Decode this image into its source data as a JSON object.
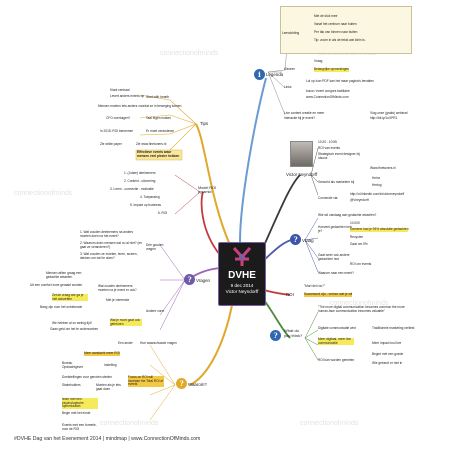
{
  "center": {
    "title": "DVHE",
    "date": "9 dec 2014",
    "author": "Victor Neyndorff"
  },
  "footer": "#DVHE Dag van het Evenement 2014 | mindmap | www.ConnectionOfMinds.com",
  "watermark": "connectionofminds",
  "colors": {
    "center_bg": "#1b1b1b",
    "accent": "#7b5ca8",
    "highlight": "#f7ea5a",
    "ink": "#333333"
  },
  "legenda": {
    "label": "Legenda",
    "leesrichting": "Leesrichting",
    "lees": [
      "Met de klok mee",
      "Vanaf het centrum naar buiten",
      "Per tak van binnen naar buiten",
      "Tip: zoom in als de tekst wat klein is."
    ],
    "kleuren_label": "Kleuren",
    "kleuren": [
      "Vraag",
      "Belangrijke opmerkingen"
    ],
    "links_label": "Links",
    "links": [
      "Lol op icon PDF kan het maar pagina's bevatten",
      "bouw / event congres facilitaire",
      "www.ConnectionOfMinds.com"
    ],
    "live": [
      "Live content creatie en meer",
      "Interactie bij je event?"
    ],
    "vraag_link": [
      "Vlog onze (gratis) webinar!",
      "http://bit.ly/1oXPR1"
    ]
  },
  "tips": {
    "label": "Tips",
    "items": [
      "Start with hearth",
      "Klant centraal",
      "Levert anders events op",
      "Mensen moeten iets anders voordat ze in beweging komen",
      "Taal eigen maken",
      "CFO overtuigen?",
      "Er moet veranderen",
      "In 2015: ROI benennen",
      "Zie www.finetuners.nl",
      "Zie white paper",
      "Effectieve events waar mensen veel plezier hebben"
    ]
  },
  "victor": {
    "label": "Victor Neyndorff",
    "items": [
      "10:20 - 10:55",
      "ROI van events",
      "Strategisch event designer bij Idsoos",
      "Www.finetuners.nl",
      "Geworld als marketeer bij",
      "Heinz",
      "Hertog",
      "Connectie via:",
      "http://nl.linkedin.com/in/victorneyndorff",
      "@Vneyndorff"
    ]
  },
  "model": {
    "label": "Model ROI pyramid",
    "items": [
      "1. (Juiste) deelnemers",
      "2. Content - uitvoering",
      "3. Leren - connectie - motivatie",
      "4. Toepassing",
      "5. Impact op business",
      "6. ROI"
    ]
  },
  "vraag": {
    "label": "Vraag",
    "items": [
      "Wie wil vandaag aan gedachte wisselen?",
      "Hoeveel gedachten heb je?",
      "10.000",
      "Gemene had je 95% absolutie gedachten",
      "Recyclen",
      "Gaat om 5%",
      "Gaat weer ook andere gedachten hoe",
      "ROI om events",
      "Waarom naar een event?"
    ]
  },
  "vragen": {
    "label": "Vragen",
    "items": [
      "1. Wat zouden deelnemers na anders moeten doen na het event?",
      "2. Waarom doen mensen dat nu al niet? (en gaat ze veranderen?)",
      "3. Wat zouden ze moeten, leren, snaren, denken om wel te doen?",
      "Drie gouden vragen",
      "Mensen willen graag een gedachte wisselen",
      "Uit een comfort zone geraakt worden",
      "Wat zouden deelnemers moeten na je event er ook?",
      "Met je roterende",
      "Bang zijn voor het onbekende",
      "Zet de vraag wie ga je niet aanzetten",
      "Wat je moet gaat ook gebeuren",
      "We hebben al zo weinig tijd!",
      "Gaan geld om het te onderzoeken",
      "Andere vorm"
    ]
  },
  "roi": {
    "label": "ROI",
    "items": [
      "\"Mort del rou?\"",
      "Successvol zijn - verloor wat je wil"
    ]
  },
  "whatdo": {
    "label": "What do you think?",
    "items": [
      "\"The more digital communication becomes common the more human-face communication becomes valuable\"",
      "Digitale communicatie wint",
      "Traditionele marketing verliest",
      "Meer digitaal, meer live communicatie",
      "Meer impact tool live",
      "ROI kan worden gemeten",
      "Begint met een goede",
      "Wie gebeurt er niet in"
    ]
  },
  "waarom": {
    "label": "Waarom?",
    "items": [
      "Een ander",
      "Hoe waarschuwde vragen",
      "Meer aandacht meer ROI",
      "Bureau Opdrachtgever",
      "Instelling",
      "Doelstellingen voor genoten steden",
      "Stakeholders",
      "Moeten als je iets gaat doen",
      "Focus on ROI will increase the Total ROI of events",
      "Ieder met een psychologische opmerkzaam",
      "Begin met het einde",
      "Events met een formele, voor de ROI"
    ]
  }
}
